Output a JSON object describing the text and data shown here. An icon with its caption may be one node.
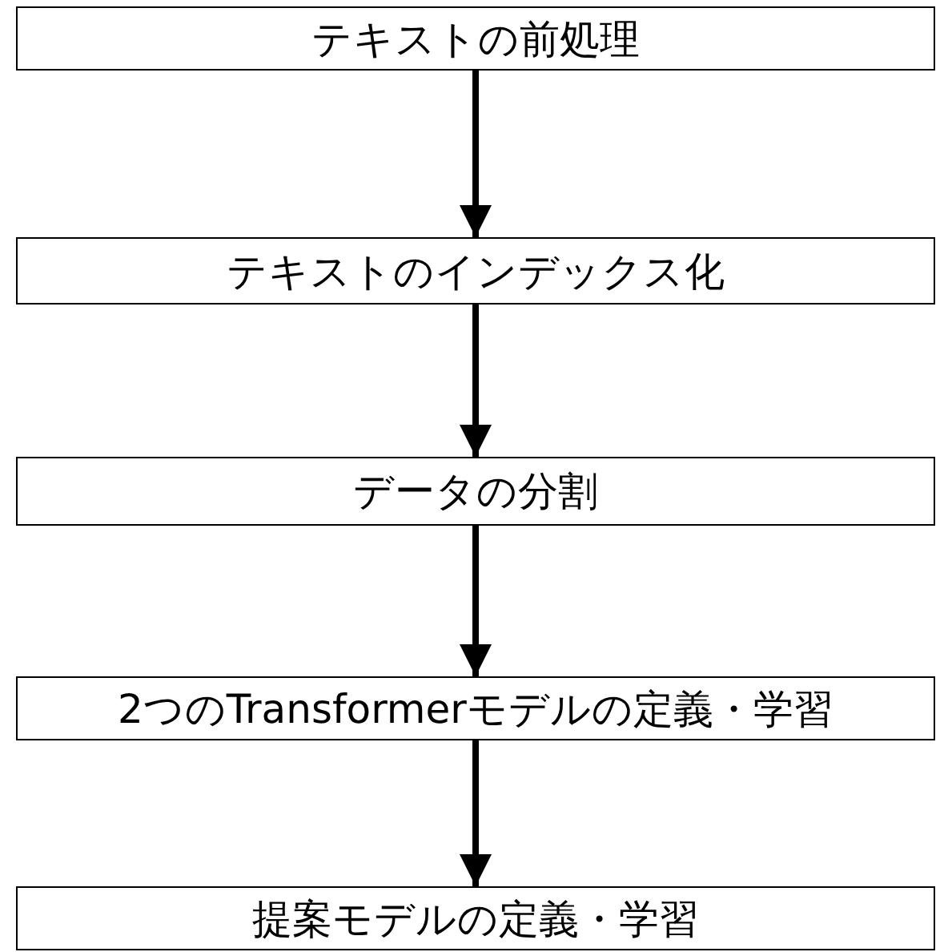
{
  "diagram": {
    "nodes": [
      {
        "text": [
          "テキストの前処理"
        ]
      },
      {
        "text": [
          "テキストのインデックス化"
        ]
      },
      {
        "text": [
          "データの分割"
        ]
      },
      {
        "text": [
          "2つのTransformerモデルの定義・学習"
        ]
      },
      {
        "text": [
          "提案モデルの定義・学習"
        ]
      }
    ],
    "edges": [
      {
        "from": 0,
        "to": 1,
        "arrow": "to"
      },
      {
        "from": 1,
        "to": 2,
        "arrow": "to"
      },
      {
        "from": 2,
        "to": 3,
        "arrow": "to"
      },
      {
        "from": 3,
        "to": 4,
        "arrow": "to"
      }
    ]
  }
}
